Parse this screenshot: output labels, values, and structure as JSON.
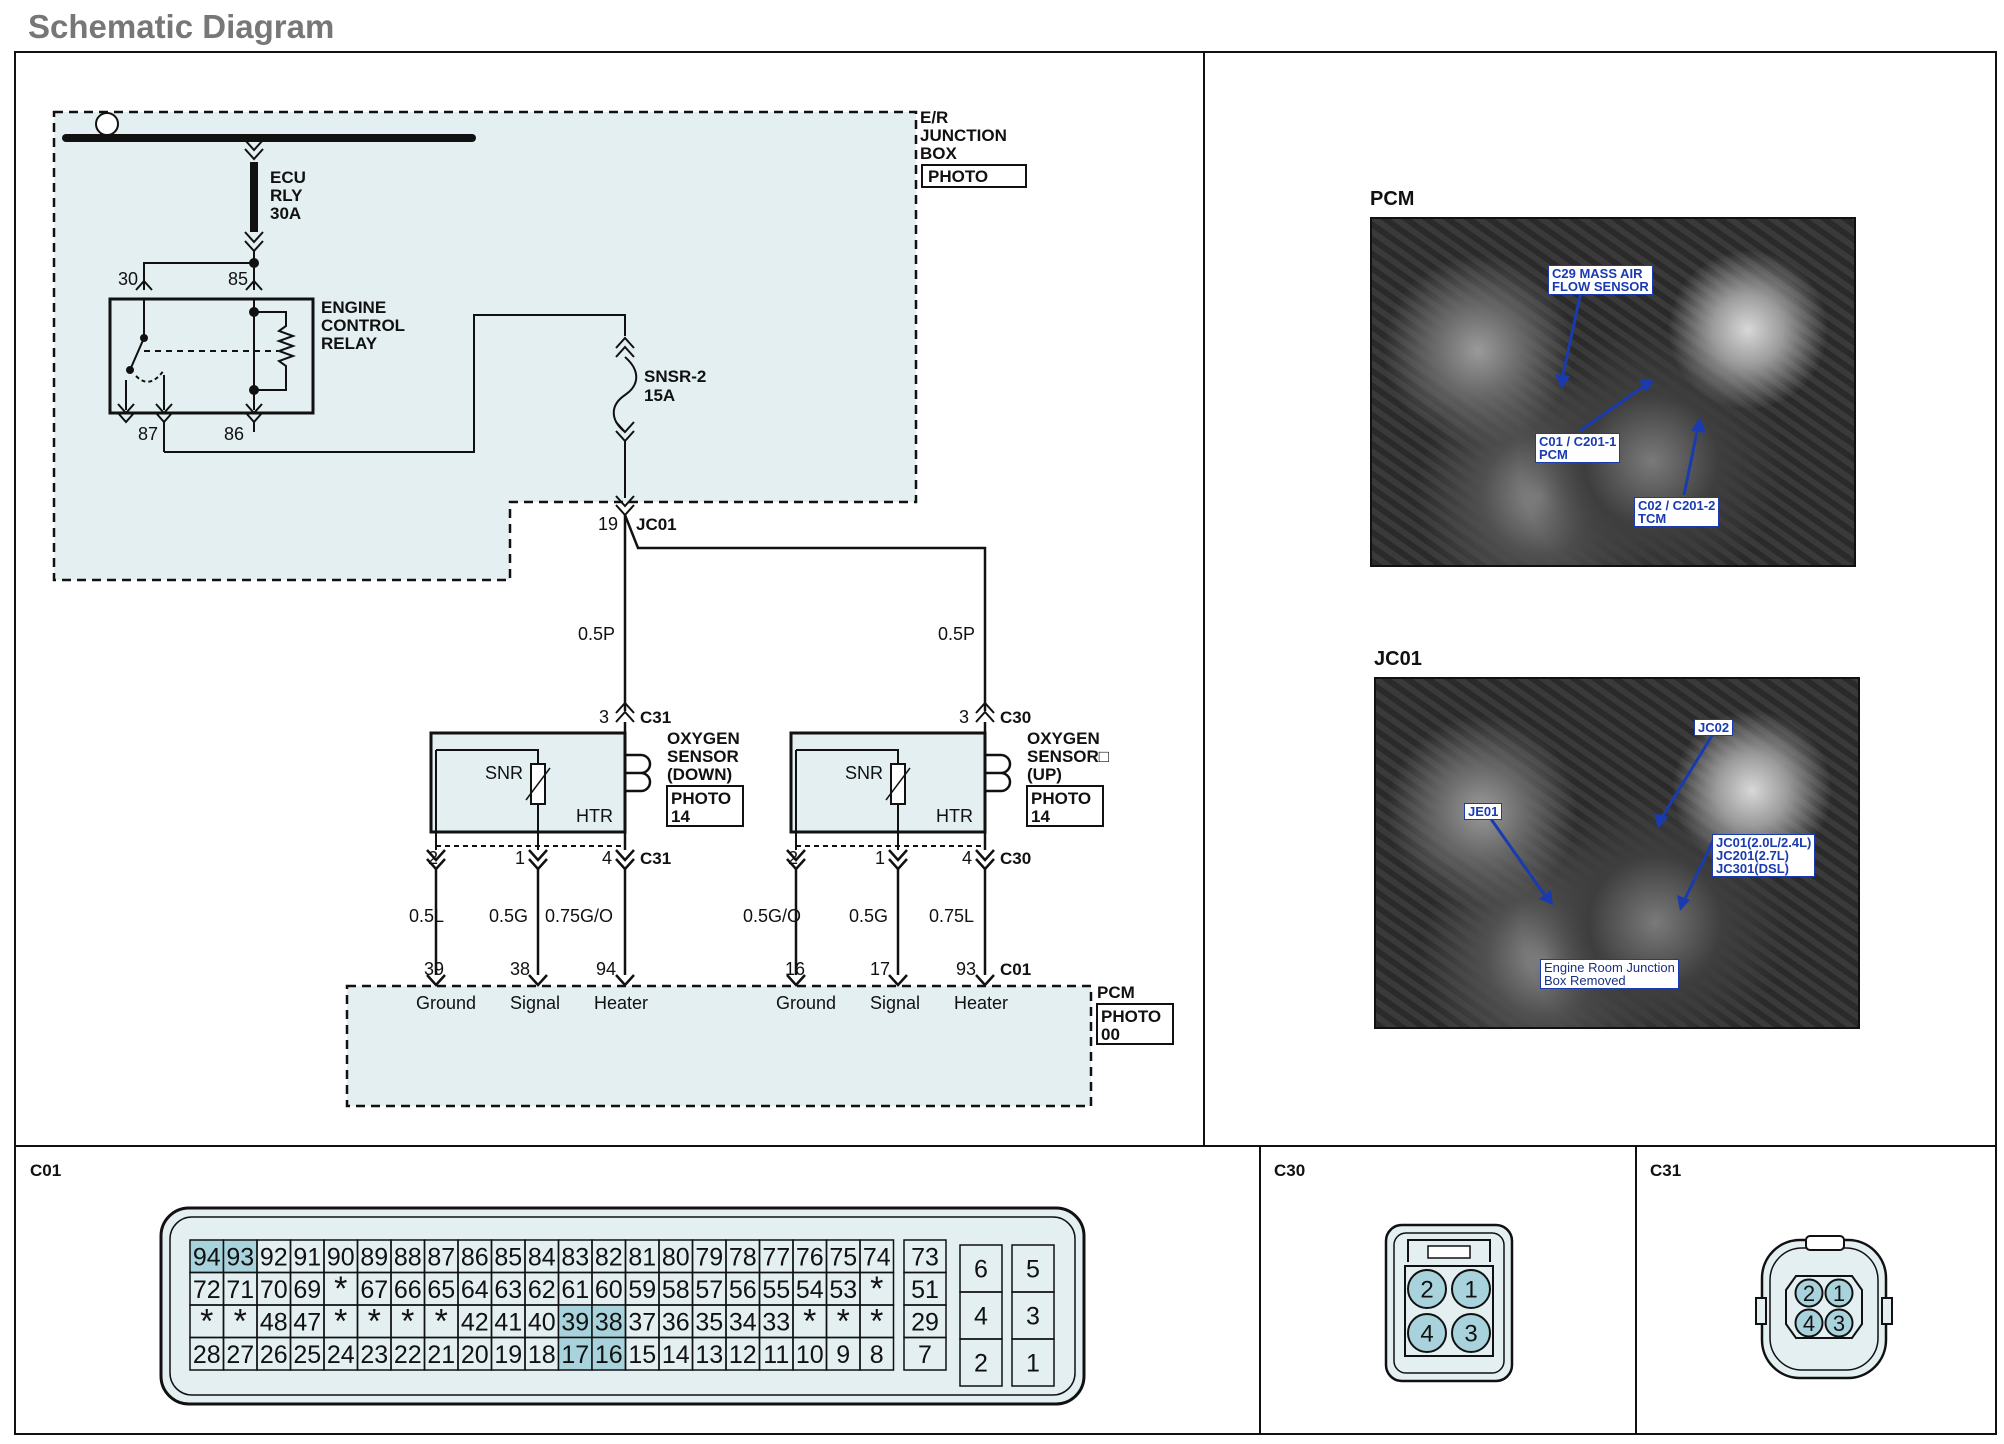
{
  "page_title": "Schematic Diagram",
  "schematic": {
    "junction_box": {
      "line1": "E/R",
      "line2": "JUNCTION",
      "line3": "BOX",
      "photo": "PHOTO"
    },
    "ecu_fuse": {
      "line1": "ECU",
      "line2": "RLY",
      "line3": "30A"
    },
    "relay": {
      "line1": "ENGINE",
      "line2": "CONTROL",
      "line3": "RELAY",
      "pin30": "30",
      "pin85": "85",
      "pin87": "87",
      "pin86": "86"
    },
    "snsr_fuse": {
      "line1": "SNSR-2",
      "line2": "15A"
    },
    "jc01": {
      "pin": "19",
      "name": "JC01"
    },
    "wire_left": "0.5P",
    "wire_right": "0.5P",
    "sensor_down": {
      "top_pin": "3",
      "top_conn": "C31",
      "line1": "OXYGEN",
      "line2": "SENSOR",
      "line3": "(DOWN)",
      "photo1": "PHOTO",
      "photo2": "14",
      "snr": "SNR",
      "htr": "HTR",
      "pin2": "2",
      "pin1": "1",
      "pin4": "4",
      "bottom_conn": "C31",
      "wire1": "0.5L",
      "wire2": "0.5G",
      "wire3": "0.75G/O"
    },
    "sensor_up": {
      "top_pin": "3",
      "top_conn": "C30",
      "line1": "OXYGEN",
      "line2": "SENSOR□",
      "line3": "(UP)",
      "photo1": "PHOTO",
      "photo2": "14",
      "snr": "SNR",
      "htr": "HTR",
      "pin2": "2",
      "pin1": "1",
      "pin4": "4",
      "bottom_conn": "C30",
      "wire1": "0.5G/O",
      "wire2": "0.5G",
      "wire3": "0.75L"
    },
    "pcm": {
      "pins": [
        "39",
        "38",
        "94",
        "16",
        "17",
        "93"
      ],
      "conn": "C01",
      "labels": [
        "Ground",
        "Signal",
        "Heater",
        "Ground",
        "Signal",
        "Heater"
      ],
      "name": "PCM",
      "photo1": "PHOTO",
      "photo2": "00"
    }
  },
  "photos": {
    "pcm": {
      "title": "PCM",
      "callout1": "C29 MASS AIR\nFLOW SENSOR",
      "callout2": "C01 / C201-1\nPCM",
      "callout3": "C02 / C201-2\nTCM"
    },
    "jc01": {
      "title": "JC01",
      "callout1": "JC02",
      "callout2": "JE01",
      "callout3": "JC01(2.0L/2.4L)\nJC201(2.7L)\nJC301(DSL)",
      "callout4": "Engine Room Junction\nBox Removed"
    }
  },
  "connectors": {
    "c01": {
      "title": "C01",
      "rows": [
        [
          "94",
          "93",
          "92",
          "91",
          "90",
          "89",
          "88",
          "87",
          "86",
          "85",
          "84",
          "83",
          "82",
          "81",
          "80",
          "79",
          "78",
          "77",
          "76",
          "75",
          "74"
        ],
        [
          "72",
          "71",
          "70",
          "69",
          "*",
          "67",
          "66",
          "65",
          "64",
          "63",
          "62",
          "61",
          "60",
          "59",
          "58",
          "57",
          "56",
          "55",
          "54",
          "53",
          "*"
        ],
        [
          "*",
          "*",
          "48",
          "47",
          "*",
          "*",
          "*",
          "*",
          "42",
          "41",
          "40",
          "39",
          "38",
          "37",
          "36",
          "35",
          "34",
          "33",
          "*",
          "*",
          "*"
        ],
        [
          "28",
          "27",
          "26",
          "25",
          "24",
          "23",
          "22",
          "21",
          "20",
          "19",
          "18",
          "17",
          "16",
          "15",
          "14",
          "13",
          "12",
          "11",
          "10",
          "9",
          "8"
        ]
      ],
      "col_b": [
        "73",
        "51",
        "29",
        "7"
      ],
      "block_c": [
        "6",
        "4",
        "2"
      ],
      "block_d": [
        "5",
        "3",
        "1"
      ],
      "highlighted": [
        "94",
        "93",
        "39",
        "38",
        "17",
        "16"
      ]
    },
    "c30": {
      "title": "C30",
      "pins": [
        "2",
        "1",
        "4",
        "3"
      ]
    },
    "c31": {
      "title": "C31",
      "pins": [
        "2",
        "1",
        "4",
        "3"
      ]
    }
  },
  "colors": {
    "highlight": "#a9d3dc",
    "area_fill": "#e3eff1",
    "callout_text": "#1a3bb0"
  }
}
